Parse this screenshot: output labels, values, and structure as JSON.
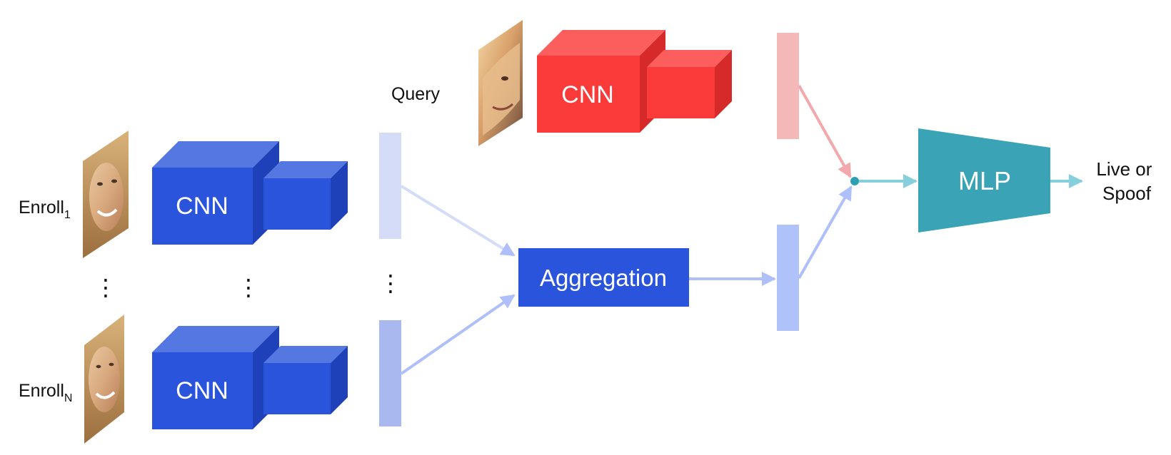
{
  "labels": {
    "query": "Query",
    "enroll_1": "Enroll",
    "enroll_1_sub": "1",
    "enroll_n": "Enroll",
    "enroll_n_sub": "N",
    "ellipsis": "⋮",
    "output_line1": "Live or",
    "output_line2": "Spoof"
  },
  "blocks": {
    "cnn_query": "CNN",
    "cnn_enroll_1": "CNN",
    "cnn_enroll_n": "CNN",
    "aggregation": "Aggregation",
    "mlp": "MLP"
  },
  "colors": {
    "cnn_blue_front": "#2a54dc",
    "cnn_blue_top": "#5577e2",
    "cnn_blue_side": "#1e40b8",
    "cnn_red_front": "#fb3a3a",
    "cnn_red_top": "#fc5d5d",
    "cnn_red_side": "#d62a2a",
    "aggregation": "#2a54dc",
    "mlp": "#3aa3b5",
    "feat_query": "#f4b8b8",
    "feat_enroll_1": "#d4dcf8",
    "feat_enroll_n": "#a9b8ee",
    "feat_agg": "#b0c2fa",
    "arrow_blue": "#aebffa",
    "arrow_red": "#f2a8ac",
    "arrow_teal": "#86cfdc",
    "dot": "#2e9fb2"
  }
}
